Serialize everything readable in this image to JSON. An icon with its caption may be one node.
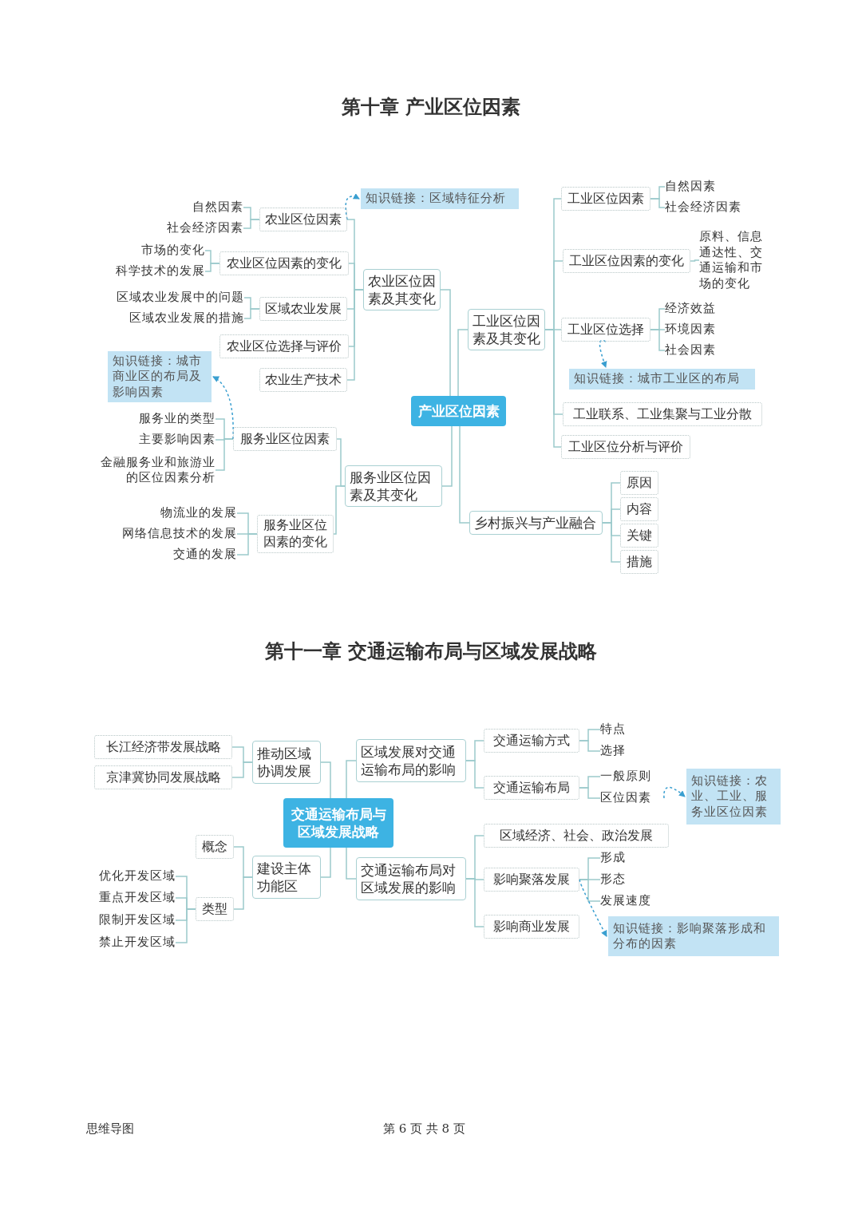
{
  "diagram": {
    "title": "第十章  产业区位因素",
    "nodes": [
      {
        "text": [
          "产业区位因素"
        ]
      },
      {
        "text": [
          "农业区位因素及其变化"
        ]
      },
      {
        "text": [
          "农业区位因素"
        ]
      },
      {
        "text": [
          "自然因素"
        ]
      },
      {
        "text": [
          "社会经济因素"
        ]
      },
      {
        "text": [
          "农业区位因素的变化"
        ]
      },
      {
        "text": [
          "市场的变化"
        ]
      },
      {
        "text": [
          "科学技术的发展"
        ]
      },
      {
        "text": [
          "区域农业发展"
        ]
      },
      {
        "text": [
          "区域农业发展中的问题"
        ]
      },
      {
        "text": [
          "区域农业发展的措施"
        ]
      },
      {
        "text": [
          "农业区位选择与评价"
        ]
      },
      {
        "text": [
          "农业生产技术"
        ]
      },
      {
        "text": [
          "知识链接：区域特征分析"
        ]
      },
      {
        "text": [
          "服务业区位因素及其变化"
        ]
      },
      {
        "text": [
          "服务业区位因素"
        ]
      },
      {
        "text": [
          "服务业的类型"
        ]
      },
      {
        "text": [
          "主要影响因素"
        ]
      },
      {
        "text": [
          "金融服务业和旅游业的区位因素分析"
        ]
      },
      {
        "text": [
          "知识链接：城市商业区的布局及影响因素"
        ]
      },
      {
        "text": [
          "服务业区位因素的变化"
        ]
      },
      {
        "text": [
          "物流业的发展"
        ]
      },
      {
        "text": [
          "网络信息技术的发展"
        ]
      },
      {
        "text": [
          "交通的发展"
        ]
      },
      {
        "text": [
          "工业区位因素及其变化"
        ]
      },
      {
        "text": [
          "工业区位因素"
        ]
      },
      {
        "text": [
          "自然因素"
        ]
      },
      {
        "text": [
          "社会经济因素"
        ]
      },
      {
        "text": [
          "工业区位因素的变化"
        ]
      },
      {
        "text": [
          "原料、信息通达性、交通运输和市场的变化"
        ]
      },
      {
        "text": [
          "工业区位选择"
        ]
      },
      {
        "text": [
          "经济效益"
        ]
      },
      {
        "text": [
          "环境因素"
        ]
      },
      {
        "text": [
          "社会因素"
        ]
      },
      {
        "text": [
          "知识链接：城市工业区的布局"
        ]
      },
      {
        "text": [
          "工业联系、工业集聚与工业分散"
        ]
      },
      {
        "text": [
          "工业区位分析与评价"
        ]
      },
      {
        "text": [
          "乡村振兴与产业融合"
        ]
      },
      {
        "text": [
          "原因"
        ]
      },
      {
        "text": [
          "内容"
        ]
      },
      {
        "text": [
          "关键"
        ]
      },
      {
        "text": [
          "措施"
        ]
      },
      {
        "text": [
          "交通运输布局与区域发展战略"
        ]
      },
      {
        "text": [
          "推动区域协调发展"
        ]
      },
      {
        "text": [
          "长江经济带发展战略"
        ]
      },
      {
        "text": [
          "京津冀协同发展战略"
        ]
      },
      {
        "text": [
          "建设主体功能区"
        ]
      },
      {
        "text": [
          "概念"
        ]
      },
      {
        "text": [
          "类型"
        ]
      },
      {
        "text": [
          "优化开发区域"
        ]
      },
      {
        "text": [
          "重点开发区域"
        ]
      },
      {
        "text": [
          "限制开发区域"
        ]
      },
      {
        "text": [
          "禁止开发区域"
        ]
      },
      {
        "text": [
          "区域发展对交通运输布局的影响"
        ]
      },
      {
        "text": [
          "交通运输方式"
        ]
      },
      {
        "text": [
          "特点"
        ]
      },
      {
        "text": [
          "选择"
        ]
      },
      {
        "text": [
          "交通运输布局"
        ]
      },
      {
        "text": [
          "一般原则"
        ]
      },
      {
        "text": [
          "区位因素"
        ]
      },
      {
        "text": [
          "知识链接：农业、工业、服务业区位因素"
        ]
      },
      {
        "text": [
          "交通运输布局对区域发展的影响"
        ]
      },
      {
        "text": [
          "区域经济、社会、政治发展"
        ]
      },
      {
        "text": [
          "影响聚落发展"
        ]
      },
      {
        "text": [
          "形成"
        ]
      },
      {
        "text": [
          "形态"
        ]
      },
      {
        "text": [
          "发展速度"
        ]
      },
      {
        "text": [
          "影响商业发展"
        ]
      },
      {
        "text": [
          "知识链接：影响聚落形成和分布的因素"
        ]
      }
    ],
    "edges": [
      {
        "from": 0,
        "to": 1,
        "arrow": "none"
      },
      {
        "from": 1,
        "to": 2,
        "arrow": "none"
      },
      {
        "from": 2,
        "to": 3,
        "arrow": "none"
      },
      {
        "from": 2,
        "to": 4,
        "arrow": "none"
      },
      {
        "from": 1,
        "to": 5,
        "arrow": "none"
      },
      {
        "from": 5,
        "to": 6,
        "arrow": "none"
      },
      {
        "from": 5,
        "to": 7,
        "arrow": "none"
      },
      {
        "from": 1,
        "to": 8,
        "arrow": "none"
      },
      {
        "from": 8,
        "to": 9,
        "arrow": "none"
      },
      {
        "from": 8,
        "to": 10,
        "arrow": "none"
      },
      {
        "from": 1,
        "to": 11,
        "arrow": "none"
      },
      {
        "from": 1,
        "to": 12,
        "arrow": "none"
      },
      {
        "from": 2,
        "to": 13,
        "arrow": "to",
        "style": "dashed",
        "color": "#3a9fd0"
      },
      {
        "from": 0,
        "to": 14,
        "arrow": "none"
      },
      {
        "from": 14,
        "to": 15,
        "arrow": "none"
      },
      {
        "from": 15,
        "to": 16,
        "arrow": "none"
      },
      {
        "from": 15,
        "to": 17,
        "arrow": "none"
      },
      {
        "from": 15,
        "to": 18,
        "arrow": "none"
      },
      {
        "from": 15,
        "to": 19,
        "arrow": "to",
        "style": "dashed",
        "color": "#3a9fd0"
      },
      {
        "from": 14,
        "to": 20,
        "arrow": "none"
      },
      {
        "from": 20,
        "to": 21,
        "arrow": "none"
      },
      {
        "from": 20,
        "to": 22,
        "arrow": "none"
      },
      {
        "from": 20,
        "to": 23,
        "arrow": "none"
      },
      {
        "from": 0,
        "to": 24,
        "arrow": "none"
      },
      {
        "from": 24,
        "to": 25,
        "arrow": "none"
      },
      {
        "from": 25,
        "to": 26,
        "arrow": "none"
      },
      {
        "from": 25,
        "to": 27,
        "arrow": "none"
      },
      {
        "from": 24,
        "to": 28,
        "arrow": "none"
      },
      {
        "from": 28,
        "to": 29,
        "arrow": "none"
      },
      {
        "from": 24,
        "to": 30,
        "arrow": "none"
      },
      {
        "from": 30,
        "to": 31,
        "arrow": "none"
      },
      {
        "from": 30,
        "to": 32,
        "arrow": "none"
      },
      {
        "from": 30,
        "to": 33,
        "arrow": "none"
      },
      {
        "from": 30,
        "to": 34,
        "arrow": "to",
        "style": "dashed",
        "color": "#3a9fd0"
      },
      {
        "from": 24,
        "to": 35,
        "arrow": "none"
      },
      {
        "from": 24,
        "to": 36,
        "arrow": "none"
      },
      {
        "from": 0,
        "to": 37,
        "arrow": "none"
      },
      {
        "from": 37,
        "to": 38,
        "arrow": "none"
      },
      {
        "from": 37,
        "to": 39,
        "arrow": "none"
      },
      {
        "from": 37,
        "to": 40,
        "arrow": "none"
      },
      {
        "from": 37,
        "to": 41,
        "arrow": "none"
      },
      {
        "from": 42,
        "to": 43,
        "arrow": "none"
      },
      {
        "from": 43,
        "to": 44,
        "arrow": "none"
      },
      {
        "from": 43,
        "to": 45,
        "arrow": "none"
      },
      {
        "from": 42,
        "to": 46,
        "arrow": "none"
      },
      {
        "from": 46,
        "to": 47,
        "arrow": "none"
      },
      {
        "from": 46,
        "to": 48,
        "arrow": "none"
      },
      {
        "from": 48,
        "to": 49,
        "arrow": "none"
      },
      {
        "from": 48,
        "to": 50,
        "arrow": "none"
      },
      {
        "from": 48,
        "to": 51,
        "arrow": "none"
      },
      {
        "from": 48,
        "to": 52,
        "arrow": "none"
      },
      {
        "from": 42,
        "to": 53,
        "arrow": "none"
      },
      {
        "from": 53,
        "to": 54,
        "arrow": "none"
      },
      {
        "from": 54,
        "to": 55,
        "arrow": "none"
      },
      {
        "from": 54,
        "to": 56,
        "arrow": "none"
      },
      {
        "from": 53,
        "to": 57,
        "arrow": "none"
      },
      {
        "from": 57,
        "to": 58,
        "arrow": "none"
      },
      {
        "from": 57,
        "to": 59,
        "arrow": "none"
      },
      {
        "from": 59,
        "to": 60,
        "arrow": "to",
        "style": "dashed",
        "color": "#3a9fd0"
      },
      {
        "from": 42,
        "to": 61,
        "arrow": "none"
      },
      {
        "from": 61,
        "to": 62,
        "arrow": "none"
      },
      {
        "from": 61,
        "to": 63,
        "arrow": "none"
      },
      {
        "from": 63,
        "to": 64,
        "arrow": "none"
      },
      {
        "from": 63,
        "to": 65,
        "arrow": "none"
      },
      {
        "from": 63,
        "to": 66,
        "arrow": "none"
      },
      {
        "from": 61,
        "to": 67,
        "arrow": "none"
      },
      {
        "from": 63,
        "to": 68,
        "arrow": "to",
        "style": "dashed",
        "color": "#3a9fd0"
      }
    ],
    "labels": [
      "第十一章  交通运输布局与区域发展战略",
      "思维导图",
      "第 6 页 共 8 页"
    ]
  }
}
